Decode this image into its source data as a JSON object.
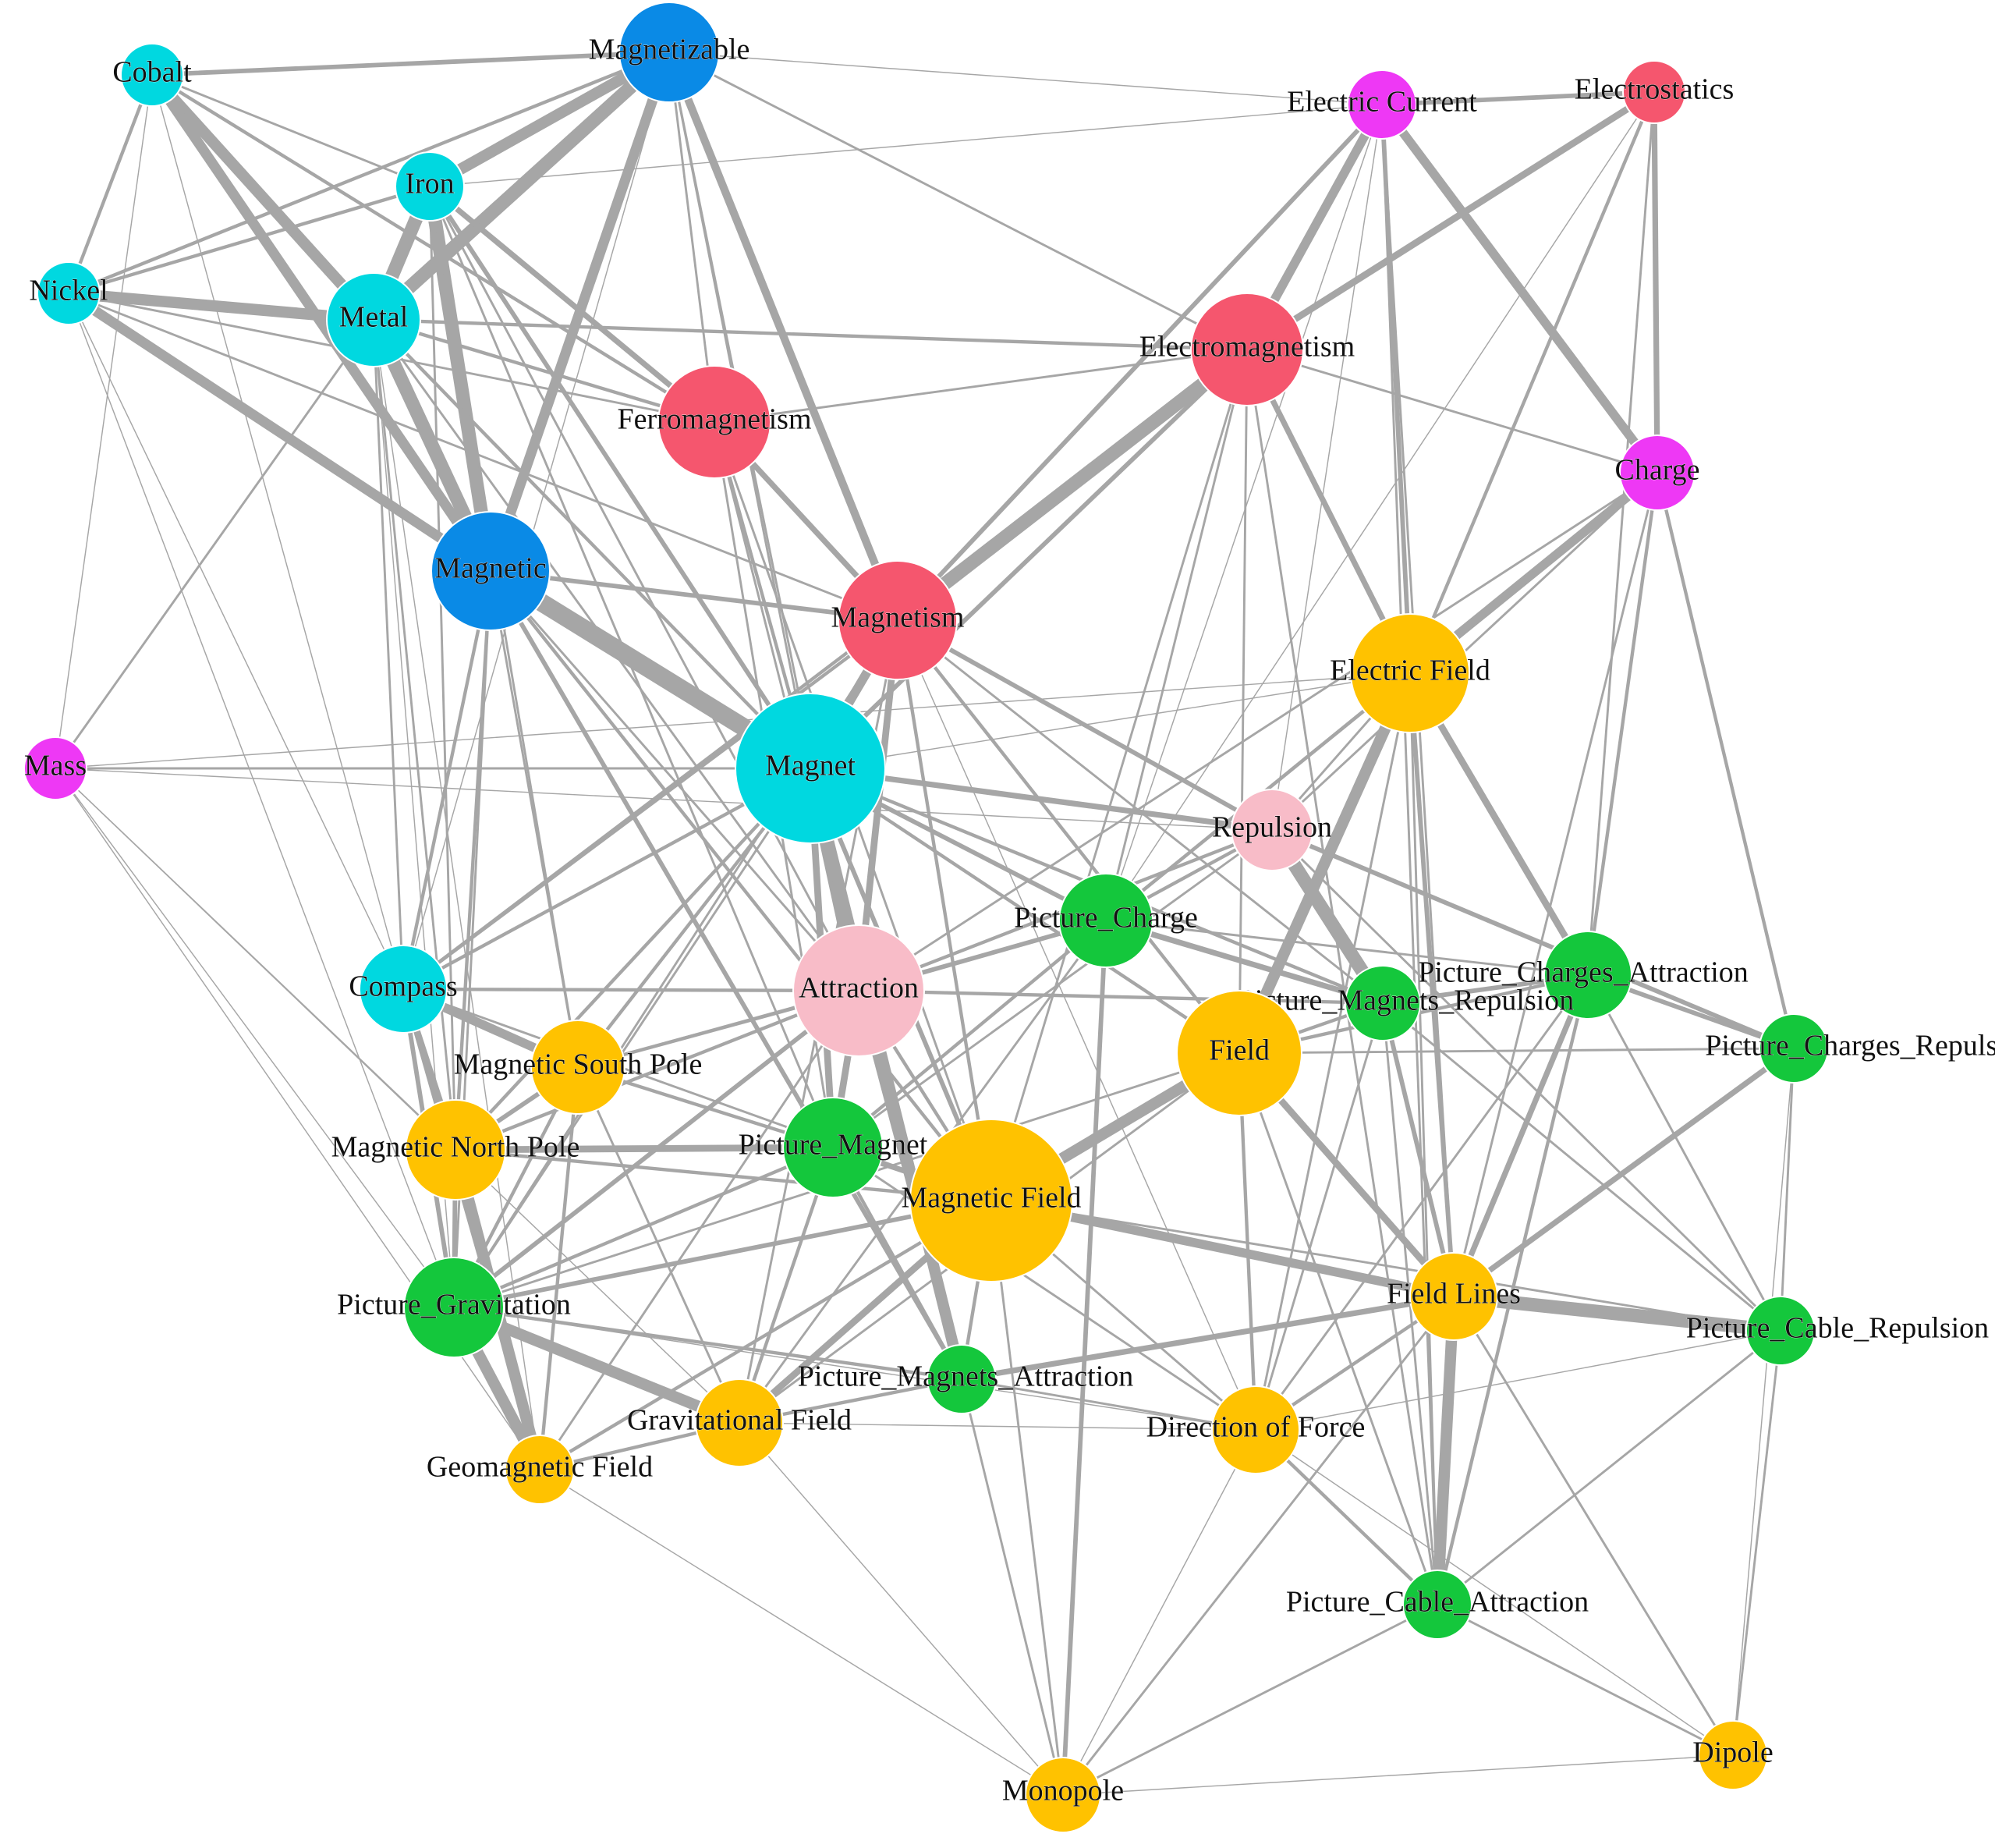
{
  "colors": {
    "turquoise": "#00d8e0",
    "blue": "#0a8ae6",
    "red": "#f5566e",
    "magenta": "#ee38f5",
    "orange": "#ffc200",
    "green": "#14c73c",
    "pink": "#f8bcc8",
    "edge": "#a6a6a6"
  },
  "nodes": [
    {
      "id": "cobalt",
      "label": "Cobalt",
      "color": "turquoise",
      "size": 1.0
    },
    {
      "id": "magnetizable",
      "label": "Magnetizable",
      "color": "blue",
      "size": 1.6
    },
    {
      "id": "iron",
      "label": "Iron",
      "color": "turquoise",
      "size": 1.1
    },
    {
      "id": "nickel",
      "label": "Nickel",
      "color": "turquoise",
      "size": 1.0
    },
    {
      "id": "metal",
      "label": "Metal",
      "color": "turquoise",
      "size": 1.5
    },
    {
      "id": "ferromagnetism",
      "label": "Ferromagnetism",
      "color": "red",
      "size": 1.8
    },
    {
      "id": "magnetic",
      "label": "Magnetic",
      "color": "blue",
      "size": 1.9
    },
    {
      "id": "mass",
      "label": "Mass",
      "color": "magenta",
      "size": 1.0
    },
    {
      "id": "electric_current",
      "label": "Electric Current",
      "color": "magenta",
      "size": 1.1
    },
    {
      "id": "electrostatics",
      "label": "Electrostatics",
      "color": "red",
      "size": 1.0
    },
    {
      "id": "electromagnetism",
      "label": "Electromagnetism",
      "color": "red",
      "size": 1.8
    },
    {
      "id": "charge",
      "label": "Charge",
      "color": "magenta",
      "size": 1.2
    },
    {
      "id": "magnetism",
      "label": "Magnetism",
      "color": "red",
      "size": 1.9
    },
    {
      "id": "electric_field",
      "label": "Electric Field",
      "color": "orange",
      "size": 1.9
    },
    {
      "id": "magnet",
      "label": "Magnet",
      "color": "turquoise",
      "size": 2.4
    },
    {
      "id": "repulsion",
      "label": "Repulsion",
      "color": "pink",
      "size": 1.3
    },
    {
      "id": "picture_charge",
      "label": "Picture_Charge",
      "color": "green",
      "size": 1.5
    },
    {
      "id": "compass",
      "label": "Compass",
      "color": "turquoise",
      "size": 1.4
    },
    {
      "id": "attraction",
      "label": "Attraction",
      "color": "pink",
      "size": 2.1
    },
    {
      "id": "picture_charges_attraction",
      "label": "Picture_Charges_Attraction",
      "color": "green",
      "size": 1.4
    },
    {
      "id": "picture_magnets_repulsion",
      "label": "Picture_Magnets_Repulsion",
      "color": "green",
      "size": 1.2
    },
    {
      "id": "field",
      "label": "Field",
      "color": "orange",
      "size": 2.0
    },
    {
      "id": "picture_charges_repulsion",
      "label": "Picture_Charges_Repulsion",
      "color": "green",
      "size": 1.1
    },
    {
      "id": "magnetic_south_pole",
      "label": "Magnetic South Pole",
      "color": "orange",
      "size": 1.5
    },
    {
      "id": "magnetic_north_pole",
      "label": "Magnetic North Pole",
      "color": "orange",
      "size": 1.6
    },
    {
      "id": "picture_magnet",
      "label": "Picture_Magnet",
      "color": "green",
      "size": 1.6
    },
    {
      "id": "magnetic_field",
      "label": "Magnetic Field",
      "color": "orange",
      "size": 2.6
    },
    {
      "id": "picture_gravitation",
      "label": "Picture_Gravitation",
      "color": "green",
      "size": 1.6
    },
    {
      "id": "field_lines",
      "label": "Field Lines",
      "color": "orange",
      "size": 1.4
    },
    {
      "id": "picture_cable_repulsion",
      "label": "Picture_Cable_Repulsion",
      "color": "green",
      "size": 1.1
    },
    {
      "id": "picture_magnets_attraction",
      "label": "Picture_Magnets_Attraction",
      "color": "green",
      "size": 1.1
    },
    {
      "id": "gravitational_field",
      "label": "Gravitational Field",
      "color": "orange",
      "size": 1.4
    },
    {
      "id": "direction_of_force",
      "label": "Direction of Force",
      "color": "orange",
      "size": 1.4
    },
    {
      "id": "geomagnetic_field",
      "label": "Geomagnetic Field",
      "color": "orange",
      "size": 1.1
    },
    {
      "id": "picture_cable_attraction",
      "label": "Picture_Cable_Attraction",
      "color": "green",
      "size": 1.1
    },
    {
      "id": "dipole",
      "label": "Dipole",
      "color": "orange",
      "size": 1.1
    },
    {
      "id": "monopole",
      "label": "Monopole",
      "color": "orange",
      "size": 1.2
    }
  ],
  "edges": [
    [
      "cobalt",
      "magnetizable",
      4
    ],
    [
      "cobalt",
      "metal",
      10
    ],
    [
      "cobalt",
      "magnetic",
      9
    ],
    [
      "cobalt",
      "nickel",
      3
    ],
    [
      "cobalt",
      "iron",
      2
    ],
    [
      "cobalt",
      "compass",
      1
    ],
    [
      "cobalt",
      "mass",
      1
    ],
    [
      "cobalt",
      "ferromagnetism",
      3
    ],
    [
      "magnetizable",
      "electric_current",
      1
    ],
    [
      "magnetizable",
      "iron",
      10
    ],
    [
      "magnetizable",
      "metal",
      12
    ],
    [
      "magnetizable",
      "magnetic",
      9
    ],
    [
      "magnetizable",
      "nickel",
      3
    ],
    [
      "magnetizable",
      "magnetism",
      7
    ],
    [
      "magnetizable",
      "ferromagnetism",
      2
    ],
    [
      "magnetizable",
      "magnet",
      2
    ],
    [
      "magnetizable",
      "attraction",
      2
    ],
    [
      "magnetizable",
      "compass",
      1
    ],
    [
      "magnetizable",
      "electromagnetism",
      2
    ],
    [
      "iron",
      "metal",
      12
    ],
    [
      "iron",
      "magnetic",
      12
    ],
    [
      "iron",
      "nickel",
      3
    ],
    [
      "iron",
      "ferromagnetism",
      5
    ],
    [
      "iron",
      "magnet",
      4
    ],
    [
      "iron",
      "magnetic_south_pole",
      2
    ],
    [
      "iron",
      "attraction",
      2
    ],
    [
      "iron",
      "picture_magnet",
      2
    ],
    [
      "iron",
      "electric_current",
      1
    ],
    [
      "iron",
      "magnetic_north_pole",
      2
    ],
    [
      "nickel",
      "metal",
      10
    ],
    [
      "nickel",
      "magnetic",
      9
    ],
    [
      "nickel",
      "magnetism",
      2
    ],
    [
      "nickel",
      "ferromagnetism",
      2
    ],
    [
      "nickel",
      "compass",
      1
    ],
    [
      "nickel",
      "picture_gravitation",
      1
    ],
    [
      "metal",
      "magnetic",
      12
    ],
    [
      "metal",
      "electromagnetism",
      3
    ],
    [
      "metal",
      "ferromagnetism",
      3
    ],
    [
      "metal",
      "mass",
      2
    ],
    [
      "metal",
      "magnet",
      3
    ],
    [
      "metal",
      "compass",
      2
    ],
    [
      "metal",
      "magnetic_north_pole",
      2
    ],
    [
      "metal",
      "attraction",
      2
    ],
    [
      "metal",
      "picture_gravitation",
      1
    ],
    [
      "metal",
      "geomagnetic_field",
      1
    ],
    [
      "ferromagnetism",
      "magnetism",
      5
    ],
    [
      "ferromagnetism",
      "electromagnetism",
      2
    ],
    [
      "ferromagnetism",
      "magnet",
      3
    ],
    [
      "ferromagnetism",
      "attraction",
      2
    ],
    [
      "ferromagnetism",
      "picture_magnet",
      2
    ],
    [
      "ferromagnetism",
      "magnetic_field",
      2
    ],
    [
      "magnetic",
      "magnetism",
      4
    ],
    [
      "magnetic",
      "magnet",
      16
    ],
    [
      "magnetic",
      "compass",
      3
    ],
    [
      "magnetic",
      "magnetic_north_pole",
      3
    ],
    [
      "magnetic",
      "magnetic_south_pole",
      2
    ],
    [
      "magnetic",
      "picture_magnets_attraction",
      4
    ],
    [
      "magnetic",
      "picture_gravitation",
      2
    ],
    [
      "magnetic",
      "magnetic_field",
      3
    ],
    [
      "magnetic",
      "attraction",
      2
    ],
    [
      "mass",
      "magnet",
      2
    ],
    [
      "mass",
      "repulsion",
      1
    ],
    [
      "mass",
      "geomagnetic_field",
      1
    ],
    [
      "mass",
      "gravitational_field",
      1
    ],
    [
      "mass",
      "magnetic_north_pole",
      1
    ],
    [
      "electric_current",
      "electrostatics",
      4
    ],
    [
      "electric_current",
      "electromagnetism",
      8
    ],
    [
      "electric_current",
      "charge",
      8
    ],
    [
      "electric_current",
      "electric_field",
      4
    ],
    [
      "electric_current",
      "magnetism",
      4
    ],
    [
      "electric_current",
      "picture_cable_attraction",
      2
    ],
    [
      "electric_current",
      "field_lines",
      2
    ],
    [
      "electric_current",
      "picture_charge",
      1
    ],
    [
      "electric_current",
      "repulsion",
      1
    ],
    [
      "electrostatics",
      "electromagnetism",
      6
    ],
    [
      "electrostatics",
      "charge",
      5
    ],
    [
      "electrostatics",
      "electric_field",
      3
    ],
    [
      "electrostatics",
      "picture_charges_attraction",
      2
    ],
    [
      "electrostatics",
      "picture_charge",
      1
    ],
    [
      "electromagnetism",
      "magnetism",
      12
    ],
    [
      "electromagnetism",
      "charge",
      2
    ],
    [
      "electromagnetism",
      "electric_field",
      5
    ],
    [
      "electromagnetism",
      "magnet",
      4
    ],
    [
      "electromagnetism",
      "compass",
      3
    ],
    [
      "electromagnetism",
      "field",
      2
    ],
    [
      "electromagnetism",
      "picture_cable_attraction",
      2
    ],
    [
      "electromagnetism",
      "magnetic_field",
      2
    ],
    [
      "electromagnetism",
      "picture_charge",
      2
    ],
    [
      "charge",
      "electric_field",
      8
    ],
    [
      "charge",
      "picture_charges_attraction",
      3
    ],
    [
      "charge",
      "picture_charges_repulsion",
      3
    ],
    [
      "charge",
      "repulsion",
      2
    ],
    [
      "charge",
      "attraction",
      2
    ],
    [
      "charge",
      "picture_charge",
      3
    ],
    [
      "charge",
      "field_lines",
      2
    ],
    [
      "magnetism",
      "magnet",
      8
    ],
    [
      "magnetism",
      "attraction",
      6
    ],
    [
      "magnetism",
      "repulsion",
      4
    ],
    [
      "magnetism",
      "magnetic_field",
      3
    ],
    [
      "magnetism",
      "compass",
      3
    ],
    [
      "magnetism",
      "field",
      3
    ],
    [
      "magnetism",
      "picture_magnets_repulsion",
      2
    ],
    [
      "magnetism",
      "picture_gravitation",
      2
    ],
    [
      "magnetism",
      "direction_of_force",
      1
    ],
    [
      "magnetism",
      "gravitational_field",
      2
    ],
    [
      "electric_field",
      "field",
      10
    ],
    [
      "electric_field",
      "picture_charges_attraction",
      6
    ],
    [
      "electric_field",
      "field_lines",
      4
    ],
    [
      "electric_field",
      "picture_charge",
      3
    ],
    [
      "electric_field",
      "repulsion",
      2
    ],
    [
      "electric_field",
      "picture_cable_attraction",
      2
    ],
    [
      "electric_field",
      "direction_of_force",
      2
    ],
    [
      "electric_field",
      "magnet",
      1
    ],
    [
      "electric_field",
      "mass",
      1
    ],
    [
      "magnet",
      "attraction",
      12
    ],
    [
      "magnet",
      "repulsion",
      5
    ],
    [
      "magnet",
      "picture_magnets_attraction",
      10
    ],
    [
      "magnet",
      "picture_magnet",
      6
    ],
    [
      "magnet",
      "picture_charge",
      4
    ],
    [
      "magnet",
      "magnetic_field",
      4
    ],
    [
      "magnet",
      "compass",
      3
    ],
    [
      "magnet",
      "magnetic_south_pole",
      3
    ],
    [
      "magnet",
      "magnetic_north_pole",
      3
    ],
    [
      "magnet",
      "field",
      3
    ],
    [
      "magnet",
      "picture_gravitation",
      2
    ],
    [
      "magnet",
      "picture_magnets_repulsion",
      3
    ],
    [
      "repulsion",
      "picture_magnets_repulsion",
      12
    ],
    [
      "repulsion",
      "picture_charges_repulsion",
      4
    ],
    [
      "repulsion",
      "attraction",
      3
    ],
    [
      "repulsion",
      "picture_charge",
      3
    ],
    [
      "repulsion",
      "picture_cable_repulsion",
      2
    ],
    [
      "repulsion",
      "picture_magnet",
      2
    ],
    [
      "picture_charge",
      "picture_magnets_repulsion",
      5
    ],
    [
      "picture_charge",
      "attraction",
      4
    ],
    [
      "picture_charge",
      "monopole",
      4
    ],
    [
      "picture_charge",
      "picture_magnet",
      3
    ],
    [
      "picture_charge",
      "magnetic_south_pole",
      2
    ],
    [
      "picture_charge",
      "picture_charges_attraction",
      2
    ],
    [
      "picture_charge",
      "gravitational_field",
      2
    ],
    [
      "compass",
      "attraction",
      3
    ],
    [
      "compass",
      "magnetic_south_pole",
      8
    ],
    [
      "compass",
      "magnetic_north_pole",
      6
    ],
    [
      "compass",
      "picture_gravitation",
      4
    ],
    [
      "compass",
      "geomagnetic_field",
      3
    ],
    [
      "compass",
      "magnetic_field",
      2
    ],
    [
      "attraction",
      "magnetic_south_pole",
      3
    ],
    [
      "attraction",
      "magnetic_north_pole",
      3
    ],
    [
      "attraction",
      "picture_magnet",
      6
    ],
    [
      "attraction",
      "picture_magnets_attraction",
      6
    ],
    [
      "attraction",
      "picture_gravitation",
      4
    ],
    [
      "attraction",
      "picture_magnets_repulsion",
      3
    ],
    [
      "attraction",
      "magnetic_field",
      3
    ],
    [
      "attraction",
      "geomagnetic_field",
      2
    ],
    [
      "picture_charges_attraction",
      "picture_charges_repulsion",
      4
    ],
    [
      "picture_charges_attraction",
      "field_lines",
      5
    ],
    [
      "picture_charges_attraction",
      "picture_magnets_repulsion",
      4
    ],
    [
      "picture_charges_attraction",
      "picture_cable_attraction",
      3
    ],
    [
      "picture_charges_attraction",
      "field",
      3
    ],
    [
      "picture_charges_attraction",
      "direction_of_force",
      2
    ],
    [
      "picture_charges_attraction",
      "picture_cable_repulsion",
      2
    ],
    [
      "picture_magnets_repulsion",
      "field",
      3
    ],
    [
      "picture_magnets_repulsion",
      "field_lines",
      4
    ],
    [
      "picture_magnets_repulsion",
      "picture_cable_attraction",
      2
    ],
    [
      "picture_magnets_repulsion",
      "picture_cable_repulsion",
      2
    ],
    [
      "picture_magnets_repulsion",
      "direction_of_force",
      2
    ],
    [
      "field",
      "magnetic_field",
      10
    ],
    [
      "field",
      "field_lines",
      6
    ],
    [
      "field",
      "direction_of_force",
      3
    ],
    [
      "field",
      "picture_charges_repulsion",
      2
    ],
    [
      "field",
      "gravitational_field",
      2
    ],
    [
      "field",
      "picture_gravitation",
      2
    ],
    [
      "field",
      "picture_cable_attraction",
      2
    ],
    [
      "picture_charges_repulsion",
      "field_lines",
      5
    ],
    [
      "picture_charges_repulsion",
      "dipole",
      1
    ],
    [
      "picture_charges_repulsion",
      "picture_cable_repulsion",
      2
    ],
    [
      "magnetic_south_pole",
      "magnetic_north_pole",
      4
    ],
    [
      "magnetic_south_pole",
      "picture_magnet",
      3
    ],
    [
      "magnetic_south_pole",
      "geomagnetic_field",
      3
    ],
    [
      "magnetic_south_pole",
      "picture_gravitation",
      3
    ],
    [
      "magnetic_south_pole",
      "gravitational_field",
      2
    ],
    [
      "magnetic_north_pole",
      "picture_magnet",
      6
    ],
    [
      "magnetic_north_pole",
      "picture_gravitation",
      4
    ],
    [
      "magnetic_north_pole",
      "geomagnetic_field",
      10
    ],
    [
      "magnetic_north_pole",
      "magnetic_field",
      3
    ],
    [
      "picture_magnet",
      "magnetic_field",
      4
    ],
    [
      "picture_magnet",
      "picture_gravitation",
      3
    ],
    [
      "picture_magnet",
      "gravitational_field",
      3
    ],
    [
      "picture_magnet",
      "picture_magnets_attraction",
      3
    ],
    [
      "picture_magnet",
      "direction_of_force",
      2
    ],
    [
      "magnetic_field",
      "field_lines",
      8
    ],
    [
      "magnetic_field",
      "picture_gravitation",
      4
    ],
    [
      "magnetic_field",
      "gravitational_field",
      6
    ],
    [
      "magnetic_field",
      "geomagnetic_field",
      3
    ],
    [
      "magnetic_field",
      "picture_cable_repulsion",
      2
    ],
    [
      "magnetic_field",
      "direction_of_force",
      2
    ],
    [
      "magnetic_field",
      "picture_magnets_attraction",
      3
    ],
    [
      "magnetic_field",
      "monopole",
      2
    ],
    [
      "picture_gravitation",
      "gravitational_field",
      10
    ],
    [
      "picture_gravitation",
      "geomagnetic_field",
      10
    ],
    [
      "picture_gravitation",
      "picture_magnets_attraction",
      3
    ],
    [
      "picture_gravitation",
      "direction_of_force",
      1
    ],
    [
      "field_lines",
      "picture_cable_repulsion",
      12
    ],
    [
      "field_lines",
      "picture_cable_attraction",
      10
    ],
    [
      "field_lines",
      "picture_magnets_attraction",
      5
    ],
    [
      "field_lines",
      "direction_of_force",
      3
    ],
    [
      "field_lines",
      "dipole",
      2
    ],
    [
      "field_lines",
      "monopole",
      2
    ],
    [
      "picture_cable_repulsion",
      "dipole",
      2
    ],
    [
      "picture_cable_repulsion",
      "picture_cable_attraction",
      2
    ],
    [
      "picture_cable_repulsion",
      "direction_of_force",
      1
    ],
    [
      "picture_magnets_attraction",
      "gravitational_field",
      3
    ],
    [
      "picture_magnets_attraction",
      "direction_of_force",
      2
    ],
    [
      "picture_magnets_attraction",
      "monopole",
      2
    ],
    [
      "gravitational_field",
      "geomagnetic_field",
      3
    ],
    [
      "gravitational_field",
      "monopole",
      1
    ],
    [
      "gravitational_field",
      "direction_of_force",
      1
    ],
    [
      "direction_of_force",
      "picture_cable_attraction",
      3
    ],
    [
      "direction_of_force",
      "dipole",
      1
    ],
    [
      "direction_of_force",
      "monopole",
      1
    ],
    [
      "picture_cable_attraction",
      "dipole",
      2
    ],
    [
      "picture_cable_attraction",
      "monopole",
      2
    ],
    [
      "dipole",
      "monopole",
      1
    ],
    [
      "geomagnetic_field",
      "monopole",
      1
    ],
    [
      "mass",
      "picture_gravitation",
      1
    ]
  ]
}
